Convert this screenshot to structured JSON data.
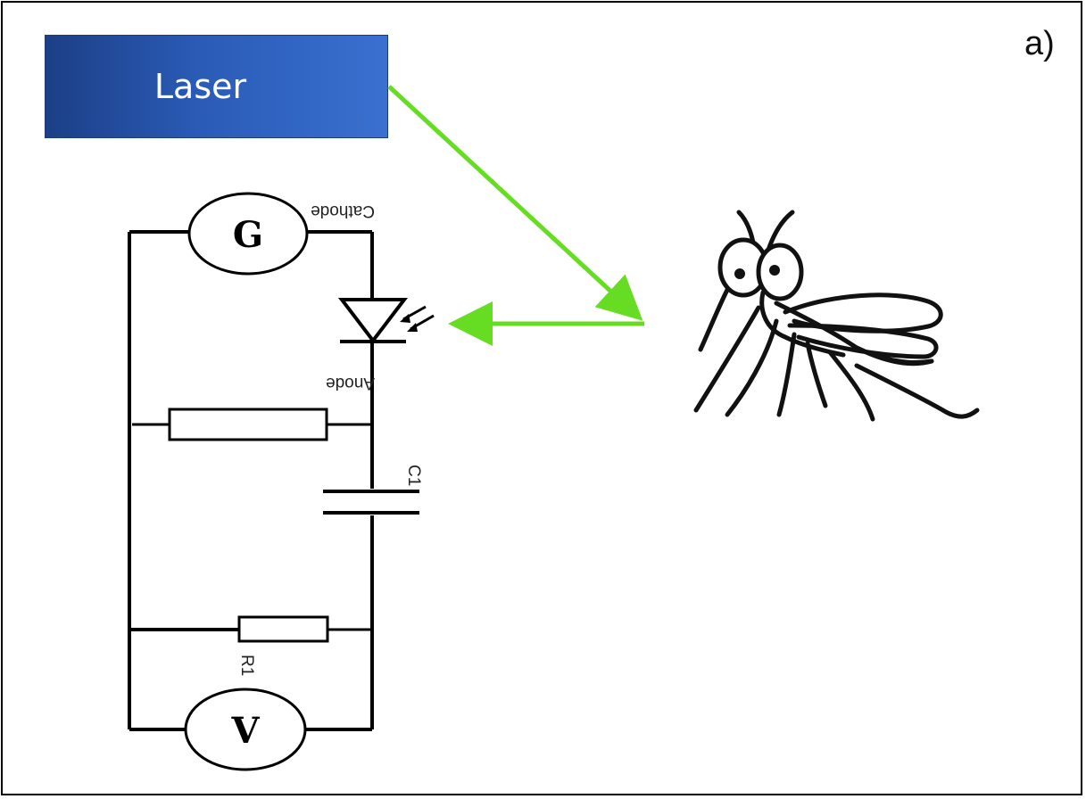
{
  "panel_label": "a)",
  "laser": {
    "label": "Laser"
  },
  "circuit": {
    "galvanometer_symbol": "G",
    "voltmeter_symbol": "V",
    "diode_top_label": "Cathode",
    "diode_bottom_label": "Anode",
    "capacitor_label": "C1",
    "resistor_label": "R1"
  },
  "colors": {
    "beam": "#66dd22",
    "laser_dark": "#1c3f86",
    "laser_light": "#3a70d0"
  },
  "icons": [
    "photodiode-icon",
    "mosquito-icon",
    "laser-beam-arrow"
  ]
}
